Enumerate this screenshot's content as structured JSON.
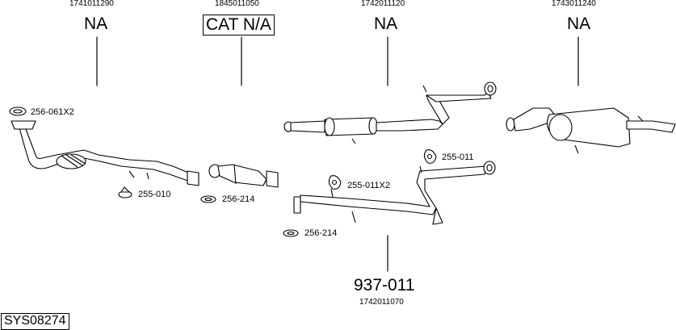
{
  "part_numbers": {
    "p1": "1741011290",
    "p2": "1845011050",
    "p3": "1742011120",
    "p4": "1743011240",
    "p5": "1742011070"
  },
  "status_labels": {
    "p1": "NA",
    "p2": "CAT N/A",
    "p3": "NA",
    "p4": "NA",
    "p5": "937-011"
  },
  "accessory_refs": {
    "gasket_front": "256-061X2",
    "mount_front": "255-010",
    "gasket_cat": "256-214",
    "mount_mid_a": "255-011X2",
    "mount_mid_b": "255-011",
    "gasket_mid": "256-214"
  },
  "diagram_code": "SYS08274"
}
